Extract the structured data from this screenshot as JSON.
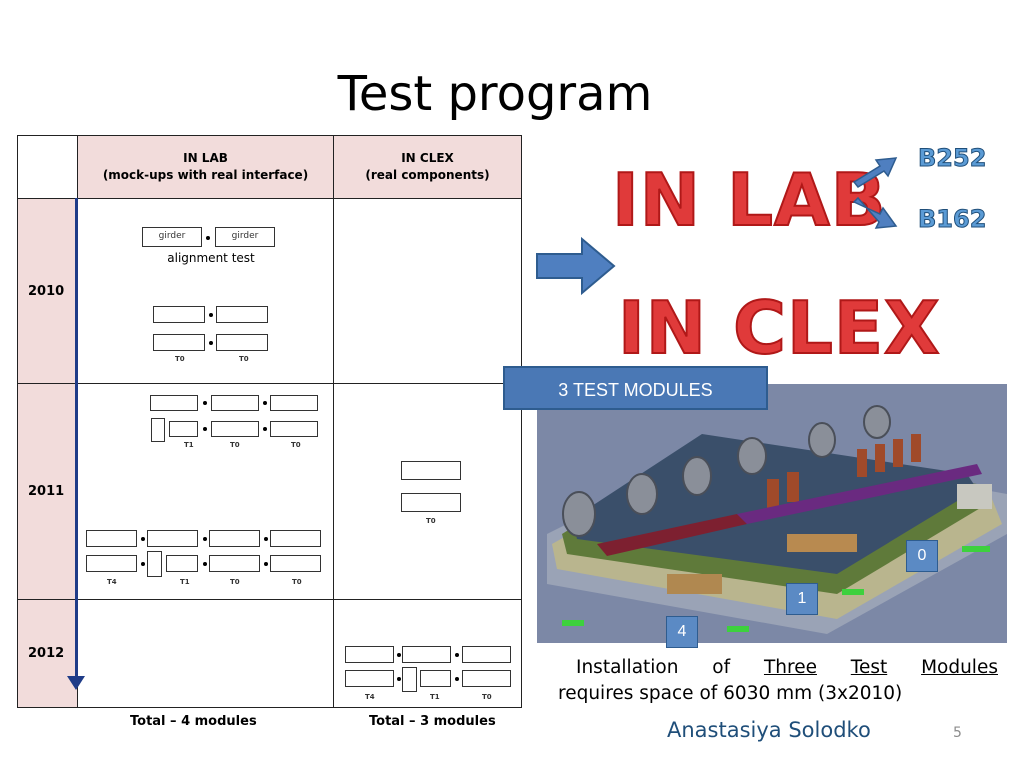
{
  "slide": {
    "title": "Test program",
    "page_number": "5",
    "author": "Anastasiya Solodko"
  },
  "table": {
    "header_lab_line1": "IN LAB",
    "header_lab_line2": "(mock-ups with real interface)",
    "header_clex_line1": "IN CLEX",
    "header_clex_line2": "(real components)",
    "years": [
      "2010",
      "2011",
      "2012"
    ],
    "girder_label": "girder",
    "alignment_test": "alignment test",
    "labels": {
      "t0": "T0",
      "t1": "T1",
      "t4": "T4"
    },
    "total_lab": "Total – 4 modules",
    "total_clex": "Total – 3 modules"
  },
  "right": {
    "in_lab": "IN LAB",
    "in_clex": "IN CLEX",
    "b252": "B252",
    "b162": "B162",
    "modules_banner": "3 TEST MODULES",
    "module_numbers": [
      "0",
      "1",
      "4"
    ],
    "caption_word1": "Installation",
    "caption_word2": "of",
    "caption_word3": "Three",
    "caption_word4": "Test",
    "caption_word5": "Modules",
    "caption_line2": "requires space of 6030 mm (3x2010)"
  },
  "colors": {
    "header_pink": "#f2dcdb",
    "arrow_blue": "#1f3c88",
    "red_text": "#e03a3a",
    "banner_blue": "#4a78b5"
  }
}
